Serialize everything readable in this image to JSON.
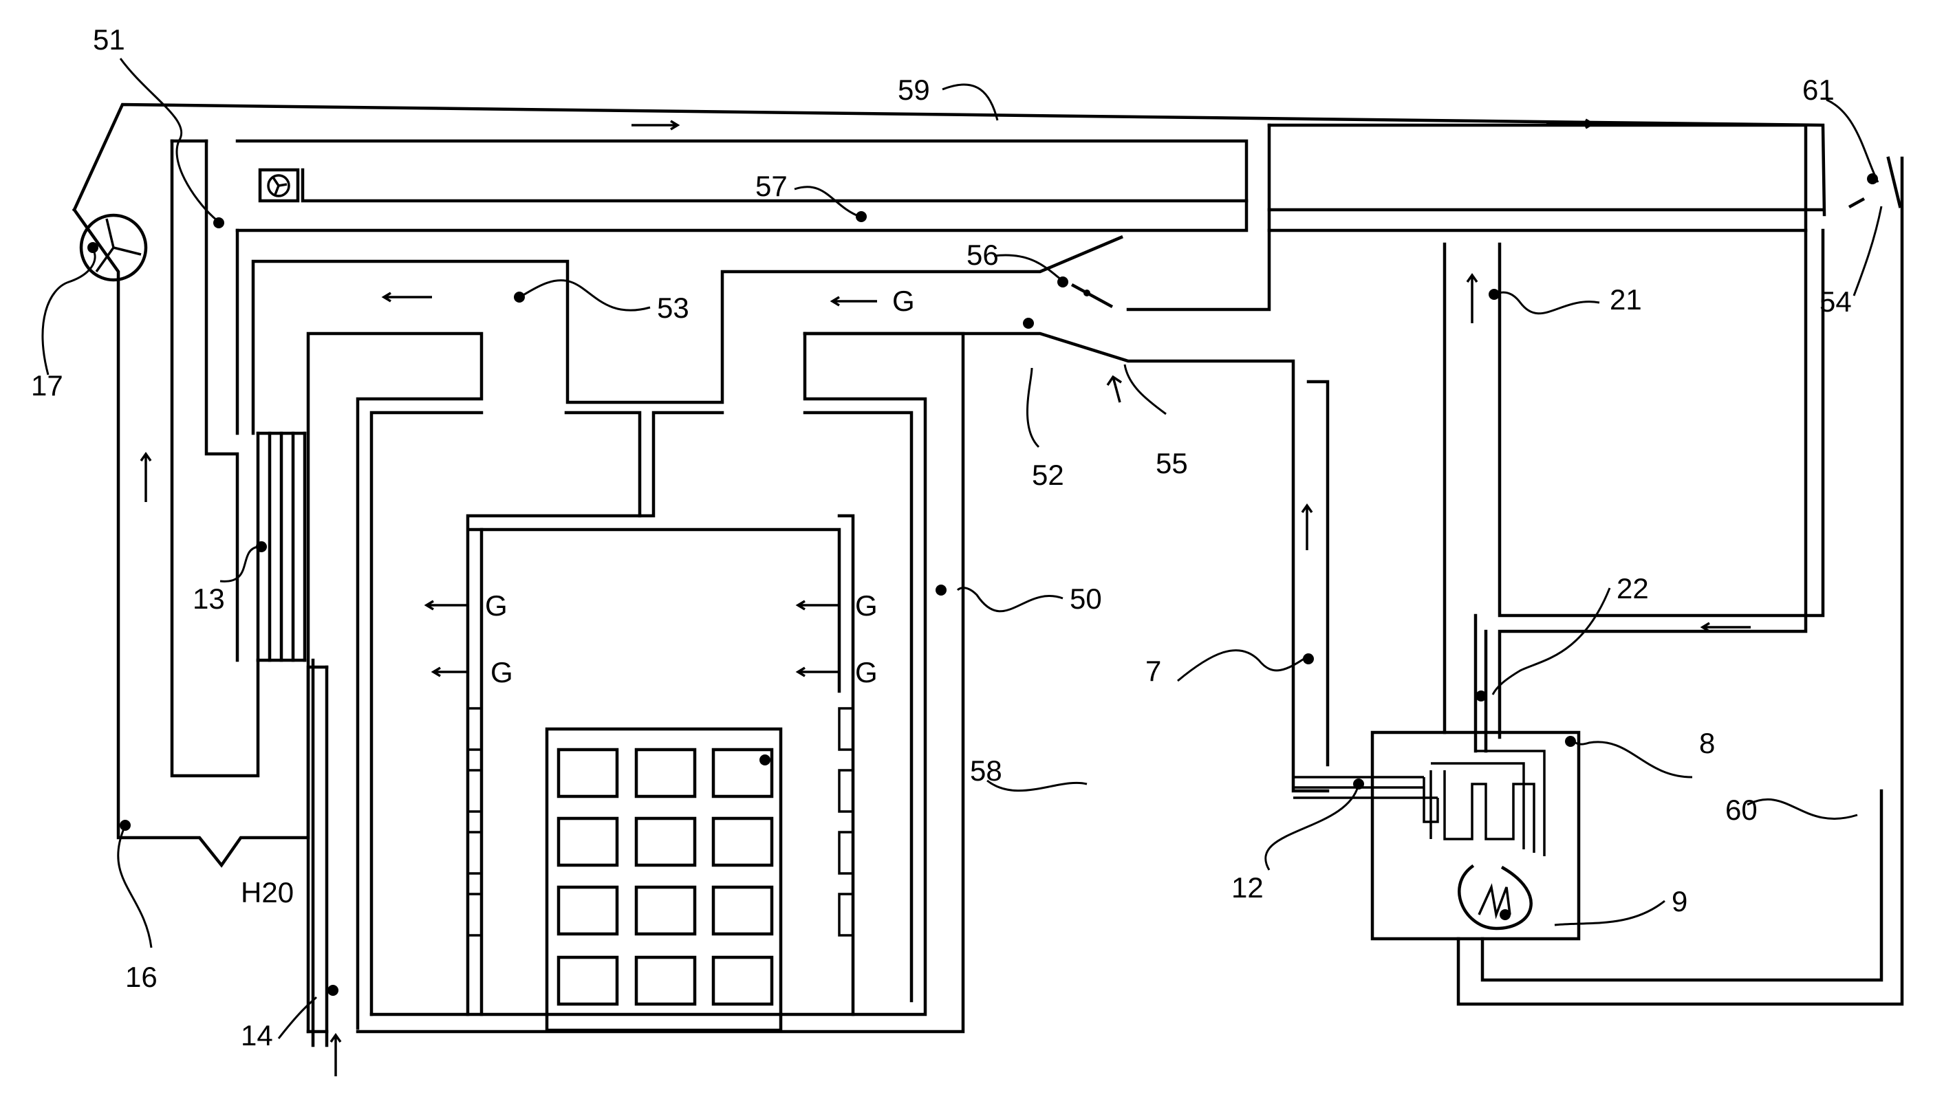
{
  "figure": {
    "reference_numerals": [
      "51",
      "59",
      "61",
      "57",
      "56",
      "53",
      "21",
      "54",
      "17",
      "52",
      "55",
      "13",
      "50",
      "22",
      "7",
      "8",
      "60",
      "58",
      "16",
      "12",
      "9",
      "14"
    ],
    "gas_marker": "G",
    "water_label": "H20"
  }
}
